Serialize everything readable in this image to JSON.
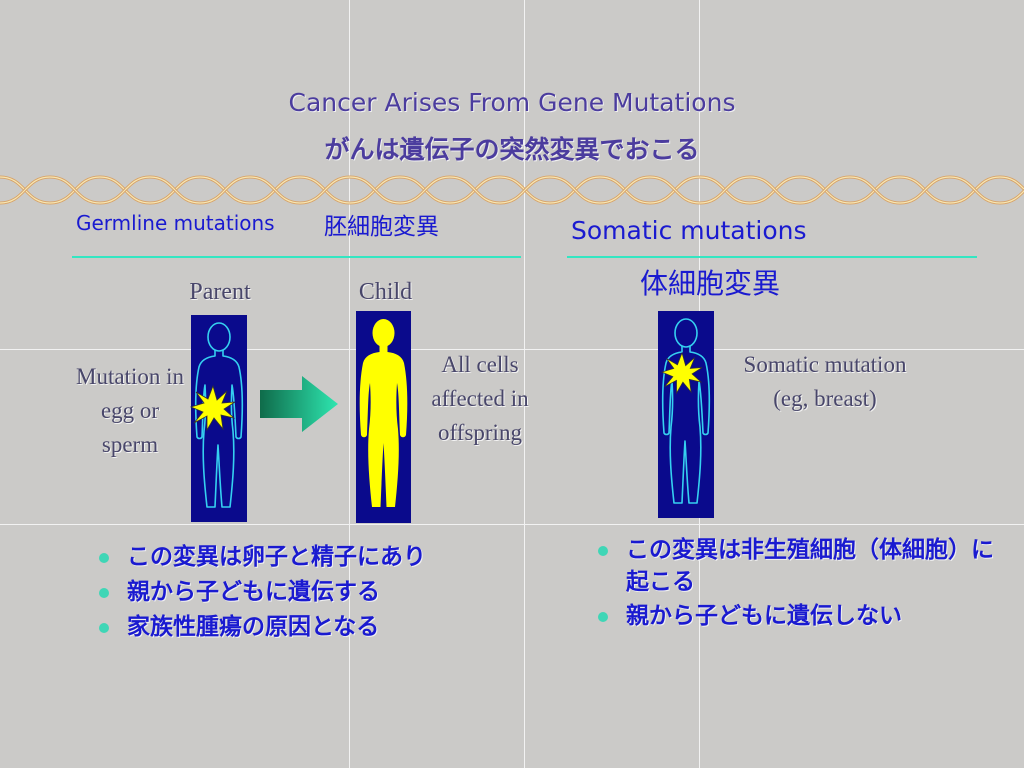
{
  "slide": {
    "background": "#cbcac8",
    "title_en": "Cancer Arises From Gene Mutations",
    "title_ja": "がんは遺伝子の突然変異でおこる"
  },
  "germline": {
    "heading_en": "Germline mutations",
    "heading_ja": "胚細胞変異",
    "parent_label": "Parent",
    "child_label": "Child",
    "mutation_note": "Mutation in egg or sperm",
    "offspring_note": "All cells affected in offspring",
    "bullets": [
      "この変異は卵子と精子にあり",
      "親から子どもに遺伝する",
      "家族性腫瘍の原因となる"
    ]
  },
  "somatic": {
    "heading_en": "Somatic mutations",
    "heading_ja": "体細胞変異",
    "note": "Somatic mutation (eg, breast)",
    "bullets": [
      "この変異は非生殖細胞（体細胞）に起こる",
      "親から子どもに遺伝しない"
    ]
  },
  "colors": {
    "title": "#4b3c9e",
    "heading": "#1a1ad0",
    "divider": "#33e6c2",
    "panel": "#0a0a8c",
    "outline_figure": "#35d0f0",
    "affected_figure": "#ffff00",
    "burst": "#ffff00",
    "arrow": "#1aa37a",
    "bullet_dot": "#3fd6b6"
  },
  "icons": {
    "parent_figure": "human-outline-icon",
    "child_figure": "human-filled-icon",
    "mutation_marker": "starburst-icon",
    "transmission_arrow": "right-arrow-icon",
    "dna_strand": "dna-helix-icon"
  }
}
